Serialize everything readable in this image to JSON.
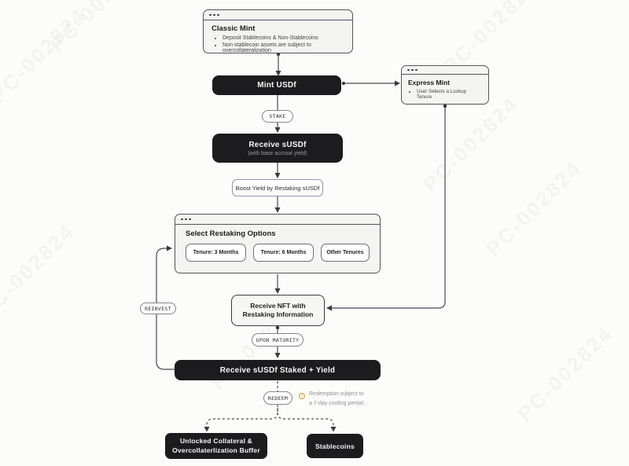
{
  "watermark": {
    "text": "PC-002824"
  },
  "colors": {
    "dark_box": "#1c1c1e",
    "window_fill": "#f4f4f2",
    "line": "#4a4a4e",
    "warning": "#e0983c"
  },
  "flow": {
    "classic_mint": {
      "title": "Classic Mint",
      "bullets": [
        "Deposit Stablecoins & Non-Stablecoins",
        "Non-stablecoin assets are subject to overcollateralization"
      ]
    },
    "mint_usdf": {
      "label": "Mint USDf"
    },
    "express_mint": {
      "title": "Express Mint",
      "bullets": [
        "User Selects a Lockup Tenure"
      ]
    },
    "stake_pill": {
      "label": "STAKE"
    },
    "receive_susdf": {
      "title": "Receive sUSDf",
      "subtitle": "(with base accrual yield)"
    },
    "boost_yield": {
      "label": "Boost Yield by Restaking sUSDf"
    },
    "select_restaking": {
      "title": "Select Restaking Options",
      "options": [
        {
          "label": "Tenure: 3 Months"
        },
        {
          "label": "Tenure: 6 Months"
        },
        {
          "label": "Other Tenures"
        }
      ]
    },
    "reinvest_pill": {
      "label": "REINVEST"
    },
    "receive_nft": {
      "line1": "Receive NFT with",
      "line2": "Restaking Information"
    },
    "upon_maturity_pill": {
      "label": "UPON MATURITY"
    },
    "staked_yield": {
      "label": "Receive sUSDf Staked + Yield"
    },
    "redeem_pill": {
      "label": "REDEEM"
    },
    "redeem_note": {
      "icon_glyph": "!",
      "line1": "Redemption subject to",
      "line2": "a 7-day cooling period."
    },
    "unlocked_collateral": {
      "line1": "Unlocked Collateral &",
      "line2": "Overcollaterlization Buffer"
    },
    "stablecoins": {
      "label": "Stablecoins"
    }
  }
}
